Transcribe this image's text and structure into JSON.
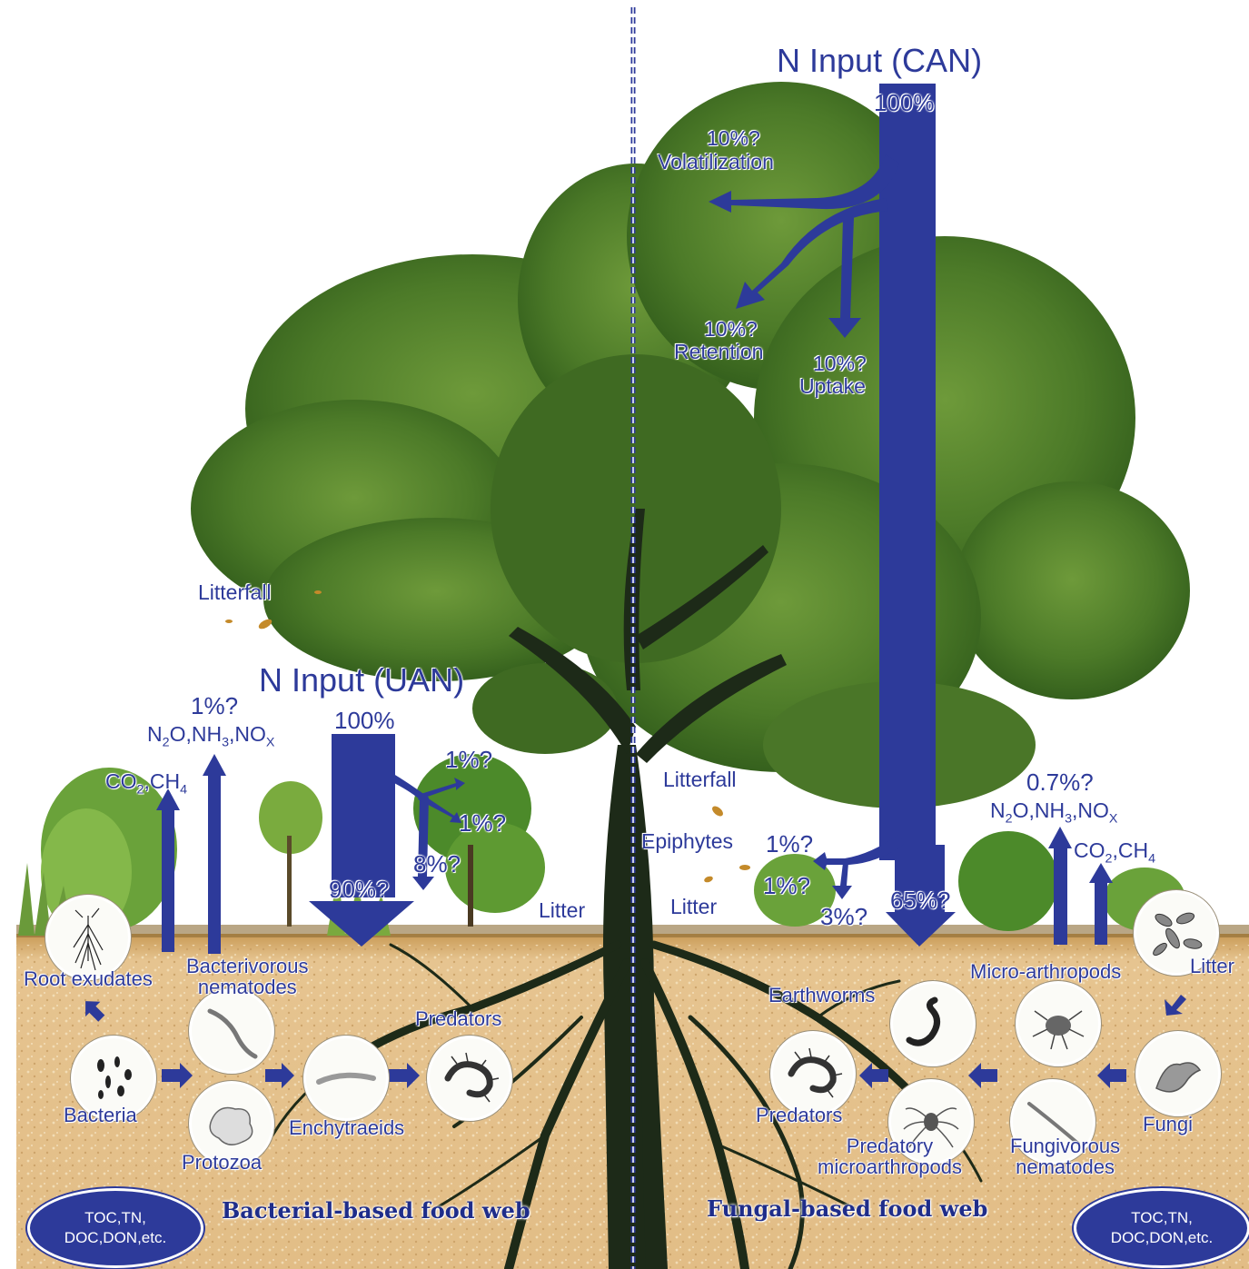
{
  "left": {
    "input_title": "N Input (UAN)",
    "input_pct": "100%",
    "branch_a": "1%?",
    "branch_b": "1%?",
    "branch_c": "8%?",
    "main_out": "90%?",
    "gas_pct": "1%?",
    "gas_a": "N",
    "gas_b": "O,NH",
    "gas_c": ",NO",
    "gas_sub_a": "2",
    "gas_sub_b": "3",
    "gas_sub_c": "X",
    "co2_a": "CO",
    "co2_b": ",CH",
    "co2_sub_a": "2",
    "co2_sub_b": "4",
    "litterfall": "Litterfall",
    "litter": "Litter",
    "root_exudates": "Root exudates",
    "bacterivorous_line1": "Bacterivorous",
    "bacterivorous_line2": "nematodes",
    "bacteria": "Bacteria",
    "protozoa": "Protozoa",
    "enchytraeids": "Enchytraeids",
    "predators": "Predators",
    "food_web_title": "Bacterial-based food web",
    "pools_line1": "TOC,TN,",
    "pools_line2": "DOC,DON,etc."
  },
  "right": {
    "input_title": "N Input (CAN)",
    "input_pct": "100%",
    "volatilization_pct": "10%?",
    "volatilization": "Volatilization",
    "retention_pct": "10%?",
    "retention": "Retention",
    "uptake_pct": "10%?",
    "uptake": "Uptake",
    "litterfall": "Litterfall",
    "epiphytes": "Epiphytes",
    "branch_a": "1%?",
    "branch_b": "1%?",
    "branch_c": "3%?",
    "main_out": "65%?",
    "gas_pct": "0.7%?",
    "gas_a": "N",
    "gas_b": "O,NH",
    "gas_c": ",NO",
    "gas_sub_a": "2",
    "gas_sub_b": "3",
    "gas_sub_c": "X",
    "co2_a": "CO",
    "co2_b": ",CH",
    "co2_sub_a": "2",
    "co2_sub_b": "4",
    "litter": "Litter",
    "litter_circle": "Litter",
    "micro_arthropods": "Micro-arthropods",
    "earthworms": "Earthworms",
    "predators": "Predators",
    "predatory_line1": "Predatory",
    "predatory_line2": "microarthropods",
    "fungivorous_line1": "Fungivorous",
    "fungivorous_line2": "nematodes",
    "fungi": "Fungi",
    "food_web_title": "Fungal-based food web",
    "pools_line1": "TOC,TN,",
    "pools_line2": "DOC,DON,etc."
  },
  "colors": {
    "arrow": "#2d3a9a",
    "label": "#2d3a9a",
    "soil": "#d9b27a",
    "foliage": "#4d7a2a",
    "trunk": "#1d2a18"
  }
}
